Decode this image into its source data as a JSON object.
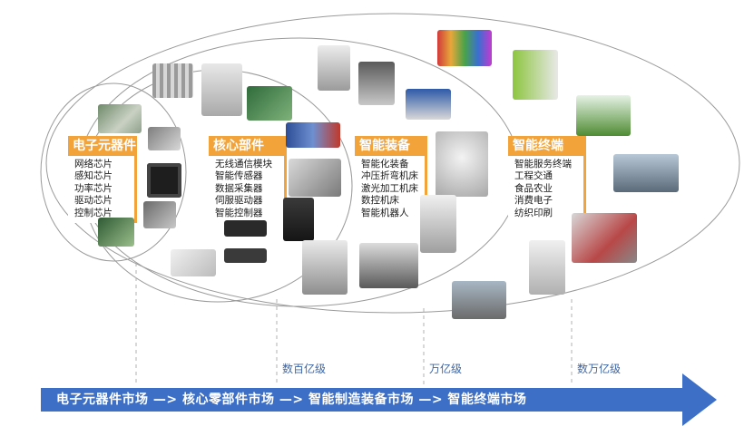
{
  "categories": [
    {
      "title": "电子元器件",
      "items": [
        "网络芯片",
        "感知芯片",
        "功率芯片",
        "驱动芯片",
        "控制芯片"
      ]
    },
    {
      "title": "核心部件",
      "items": [
        "无线通信模块",
        "智能传感器",
        "数据采集器",
        "伺服驱动器",
        "智能控制器"
      ]
    },
    {
      "title": "智能装备",
      "items": [
        "智能化装备",
        "冲压折弯机床",
        "激光加工机床",
        "数控机床",
        "智能机器人"
      ]
    },
    {
      "title": "智能终端",
      "items": [
        "智能服务终端",
        "工程交通",
        "食品农业",
        "消费电子",
        "纺织印刷"
      ]
    }
  ],
  "levels": [
    "数百亿级",
    "万亿级",
    "数万亿级"
  ],
  "flow": {
    "text": "电子元器件市场 —> 核心零部件市场 —> 智能制造装备市场 —> 智能终端市场"
  },
  "colors": {
    "accent": "#f2a33a",
    "arrow": "#3d6fc7",
    "level_text": "#3f67a8",
    "ring": "#9a9a9a"
  },
  "icons": [
    "chip-board-image",
    "chip-image",
    "heatsink-image",
    "module-image",
    "sensor-image",
    "controller-image",
    "machine-tool-image",
    "robot-arm-image",
    "press-brake-image",
    "terminal-image",
    "traffic-image",
    "agriculture-image",
    "food-image",
    "textile-image"
  ]
}
